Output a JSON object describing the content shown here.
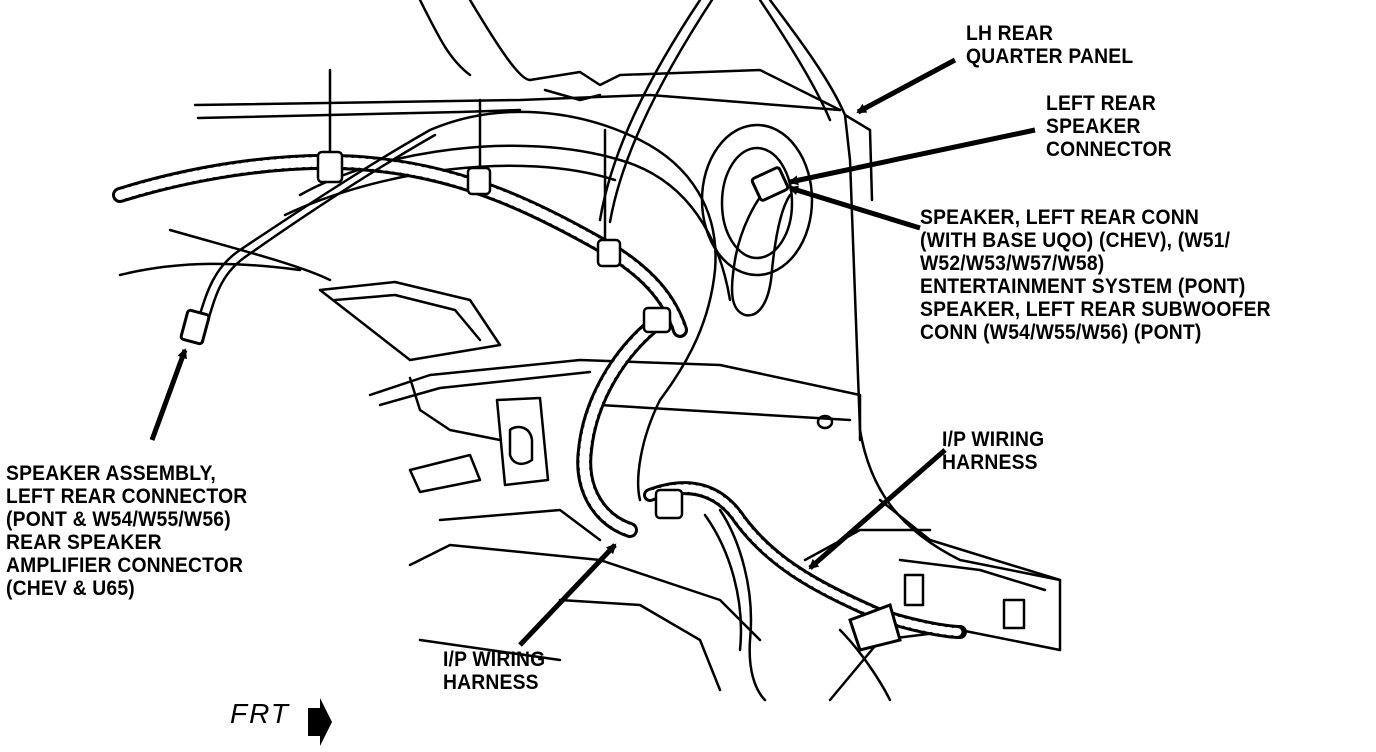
{
  "callouts": {
    "lh_rear_quarter_panel": [
      "LH REAR",
      "QUARTER PANEL"
    ],
    "left_rear_speaker_connector": [
      "LEFT REAR",
      "SPEAKER",
      "CONNECTOR"
    ],
    "speaker_left_rear_conn": [
      "SPEAKER, LEFT REAR CONN",
      "(WITH BASE UQO) (CHEV), (W51/",
      "W52/W53/W57/W58)",
      "ENTERTAINMENT SYSTEM (PONT)",
      "SPEAKER, LEFT REAR SUBWOOFER",
      "CONN (W54/W55/W56) (PONT)"
    ],
    "ip_wiring_harness_right": [
      "I/P WIRING",
      "HARNESS"
    ],
    "ip_wiring_harness_bottom": [
      "I/P WIRING",
      "HARNESS"
    ],
    "speaker_assembly_left": [
      "SPEAKER ASSEMBLY,",
      "LEFT REAR CONNECTOR",
      "(PONT & W54/W55/W56)",
      "REAR SPEAKER",
      "AMPLIFIER CONNECTOR",
      "(CHEV & U65)"
    ]
  },
  "orientation_label": "FRT"
}
